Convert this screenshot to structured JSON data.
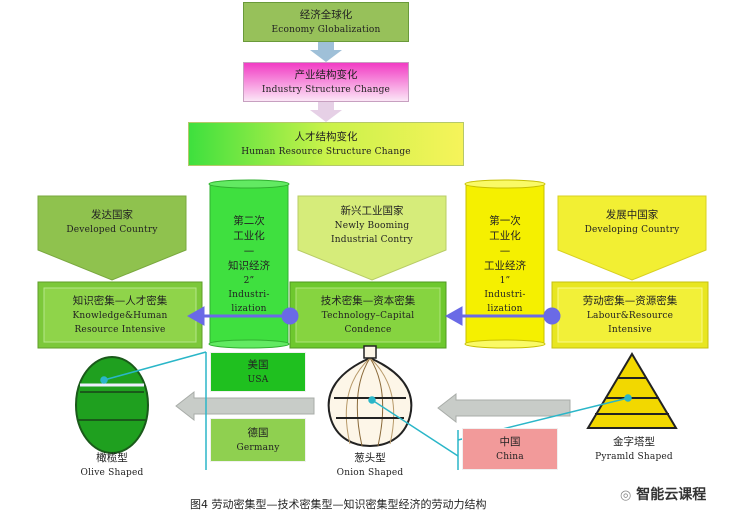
{
  "top_boxes": {
    "globalization": {
      "zh": "经济全球化",
      "en": "Economy Globalization"
    },
    "industry": {
      "zh": "产业结构变化",
      "en": "Industry Structure Change"
    },
    "human": {
      "zh": "人才结构变化",
      "en": "Human Resource Structure Change"
    }
  },
  "countries": {
    "developed": {
      "zh": "发达国家",
      "en": "Developed Country"
    },
    "newly": {
      "zh": "新兴工业国家",
      "en1": "Newly Booming",
      "en2": "Industrial Contry"
    },
    "developing": {
      "zh": "发展中国家",
      "en": "Developing Country"
    }
  },
  "scrolls": {
    "second": {
      "l1": "第二次",
      "l2": "工业化",
      "l3": "—",
      "l4": "知识经济",
      "l5": "2”",
      "l6": "Industri-",
      "l7": "lization"
    },
    "first": {
      "l1": "第一次",
      "l2": "工业化",
      "l3": "—",
      "l4": "工业经济",
      "l5": "1”",
      "l6": "Industri-",
      "l7": "lization"
    }
  },
  "intensive": {
    "knowledge": {
      "zh": "知识密集—人才密集",
      "en1": "Knowledge&Human",
      "en2": "Resource Intensive"
    },
    "technology": {
      "zh": "技术密集—资本密集",
      "en1": "Technology–Capital",
      "en2": "Condence"
    },
    "labour": {
      "zh": "劳动密集—资源密集",
      "en1": "Labour&Resource",
      "en2": "Intensive"
    }
  },
  "shapes": {
    "olive": {
      "zh": "橄榄型",
      "en": "Olive Shaped"
    },
    "onion": {
      "zh": "葱头型",
      "en": "Onion Shaped"
    },
    "pyramid": {
      "zh": "金字塔型",
      "en": "Pyramld Shaped"
    }
  },
  "examples": {
    "usa": {
      "zh": "美国",
      "en": "USA"
    },
    "germany": {
      "zh": "德国",
      "en": "Germany"
    },
    "china": {
      "zh": "中国",
      "en": "China"
    }
  },
  "caption": "图4  劳动密集型—技术密集型—知识密集型经济的劳动力结构",
  "watermark": "智能云课程",
  "colors": {
    "olive_green": "#8bc34a",
    "bright_green": "#5fe05f",
    "magenta": "#f050c8",
    "yellow": "#f2f000",
    "blue_arrow": "#6a6ae6",
    "grey_arrow": "#c8ccc8",
    "china_pink": "#f29a9a"
  }
}
